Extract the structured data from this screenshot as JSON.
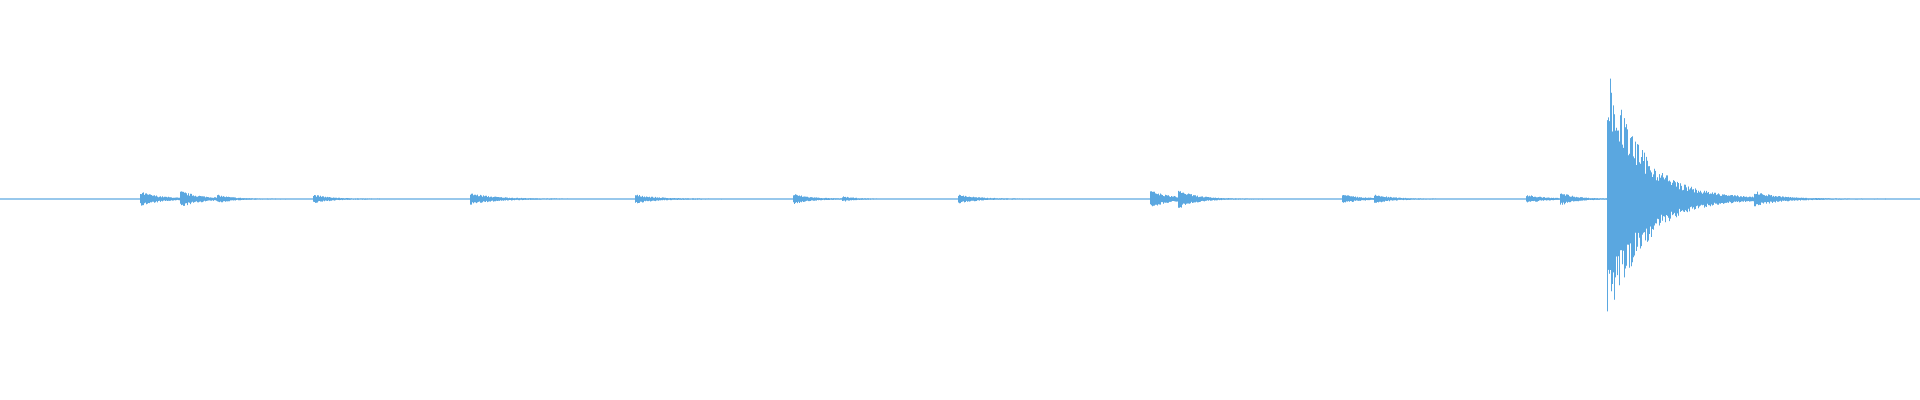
{
  "waveform": {
    "color": "#5aa7e0",
    "background": "#ffffff",
    "duration_fraction_note": "",
    "baseline_level": 0.0,
    "peaks": [
      {
        "t": 0.074,
        "amplitude": 0.05,
        "decay": 0.01
      },
      {
        "t": 0.095,
        "amplitude": 0.05,
        "decay": 0.01
      },
      {
        "t": 0.114,
        "amplitude": 0.02,
        "decay": 0.006
      },
      {
        "t": 0.164,
        "amplitude": 0.03,
        "decay": 0.008
      },
      {
        "t": 0.246,
        "amplitude": 0.04,
        "decay": 0.012
      },
      {
        "t": 0.332,
        "amplitude": 0.03,
        "decay": 0.01
      },
      {
        "t": 0.414,
        "amplitude": 0.035,
        "decay": 0.008
      },
      {
        "t": 0.44,
        "amplitude": 0.015,
        "decay": 0.005
      },
      {
        "t": 0.5,
        "amplitude": 0.03,
        "decay": 0.009
      },
      {
        "t": 0.6,
        "amplitude": 0.06,
        "decay": 0.01
      },
      {
        "t": 0.615,
        "amplitude": 0.05,
        "decay": 0.008
      },
      {
        "t": 0.7,
        "amplitude": 0.03,
        "decay": 0.009
      },
      {
        "t": 0.717,
        "amplitude": 0.025,
        "decay": 0.008
      },
      {
        "t": 0.796,
        "amplitude": 0.03,
        "decay": 0.008
      },
      {
        "t": 0.814,
        "amplitude": 0.04,
        "decay": 0.007
      },
      {
        "t": 0.838,
        "amplitude": 0.98,
        "decay": 0.018
      },
      {
        "t": 0.915,
        "amplitude": 0.04,
        "decay": 0.01
      }
    ]
  }
}
